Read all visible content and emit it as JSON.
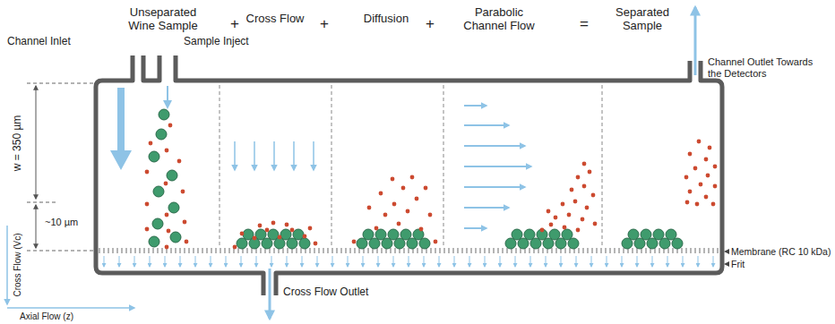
{
  "diagram": {
    "labels": [
      "Unseparated Wine Sample",
      "+",
      "Cross Flow",
      "+",
      "Diffusion",
      "+",
      "Parabolic Channel Flow",
      "=",
      "Separated Sample",
      "Channel Inlet",
      "Sample Inject",
      "Channel Outlet Towards the Detectors",
      "w = 350 µm",
      "~10 µm",
      "Cross Flow (Vc)",
      "Axial Flow (z)",
      "Membrane (RC 10 kDa)",
      "Frit",
      "Cross Flow Outlet"
    ]
  }
}
